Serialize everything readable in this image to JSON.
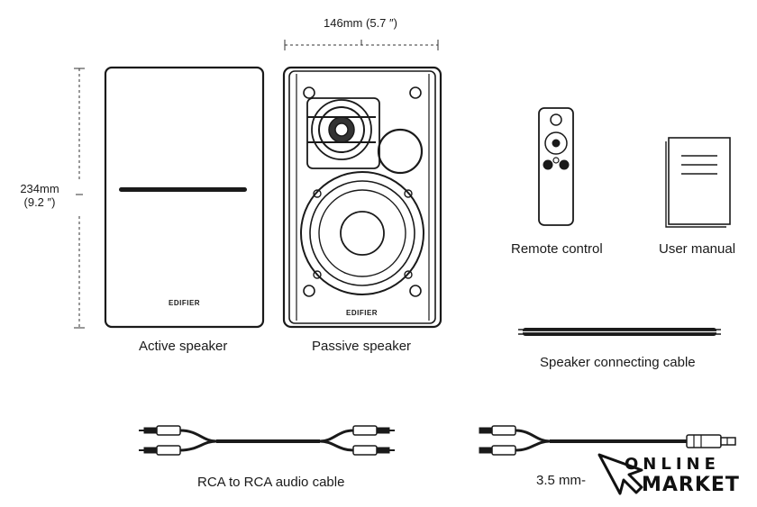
{
  "dimensions": {
    "width_mm": "146mm",
    "width_in": "(5.7 ″)",
    "height_mm": "234mm",
    "height_in": "(9.2 ″)"
  },
  "brand": "EDIFIER",
  "items": {
    "active_speaker": "Active speaker",
    "passive_speaker": "Passive speaker",
    "remote_control": "Remote control",
    "user_manual": "User manual",
    "speaker_cable": "Speaker connecting cable",
    "rca_cable": "RCA to RCA audio cable",
    "aux_cable": "3.5 mm-"
  },
  "watermark": {
    "line1": "ONLINE",
    "line2": "MARKET",
    "icon": "cursor-arrow-icon"
  },
  "colors": {
    "stroke": "#1a1a1a",
    "background": "#ffffff"
  }
}
